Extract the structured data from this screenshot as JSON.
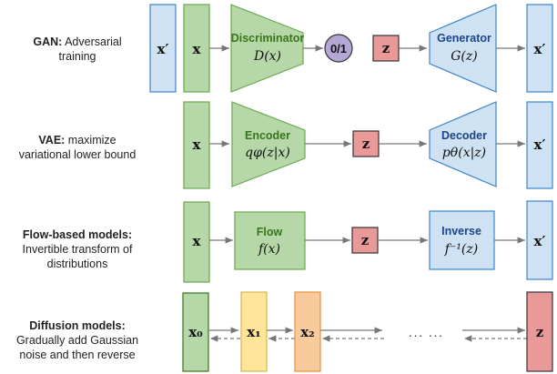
{
  "colors": {
    "green_fill": "#b6d7a8",
    "green_stroke": "#6aa84f",
    "blue_fill": "#cfe2f3",
    "blue_stroke": "#3d85c6",
    "red_fill": "#ea9999",
    "red_stroke": "#333333",
    "purple_fill": "#b4a7d6",
    "yellow_fill": "#ffe599",
    "yellow_stroke": "#d6b656",
    "orange_fill": "#f9cb9c",
    "orange_stroke": "#e69138",
    "arrow": "#777777"
  },
  "rows": {
    "gan": {
      "label_bold": "GAN:",
      "label_rest": " Adversarial",
      "label_line2": "training",
      "x_prime_in": "x′",
      "x": "x",
      "disc_title": "Discriminator",
      "disc_func": "D(x)",
      "output": "0/1",
      "z": "z",
      "gen_title": "Generator",
      "gen_func": "G(z)",
      "x_prime_out": "x′"
    },
    "vae": {
      "label_bold": "VAE:",
      "label_rest": " maximize",
      "label_line2": "variational lower bound",
      "x": "x",
      "enc_title": "Encoder",
      "enc_func": "qφ(z|x)",
      "z": "z",
      "dec_title": "Decoder",
      "dec_func": "pθ(x|z)",
      "x_prime_out": "x′"
    },
    "flow": {
      "label_bold": "Flow-based models:",
      "label_line2": "Invertible transform of",
      "label_line3": "distributions",
      "x": "x",
      "flow_title": "Flow",
      "flow_func": "f(x)",
      "z": "z",
      "inv_title": "Inverse",
      "inv_func": "f⁻¹(z)",
      "x_prime_out": "x′"
    },
    "diffusion": {
      "label_bold": "Diffusion models:",
      "label_line2": "Gradually add Gaussian",
      "label_line3": "noise and then reverse",
      "x0": "x₀",
      "x1": "x₁",
      "x2": "x₂",
      "ellipsis": "··· ···",
      "z": "z"
    }
  }
}
